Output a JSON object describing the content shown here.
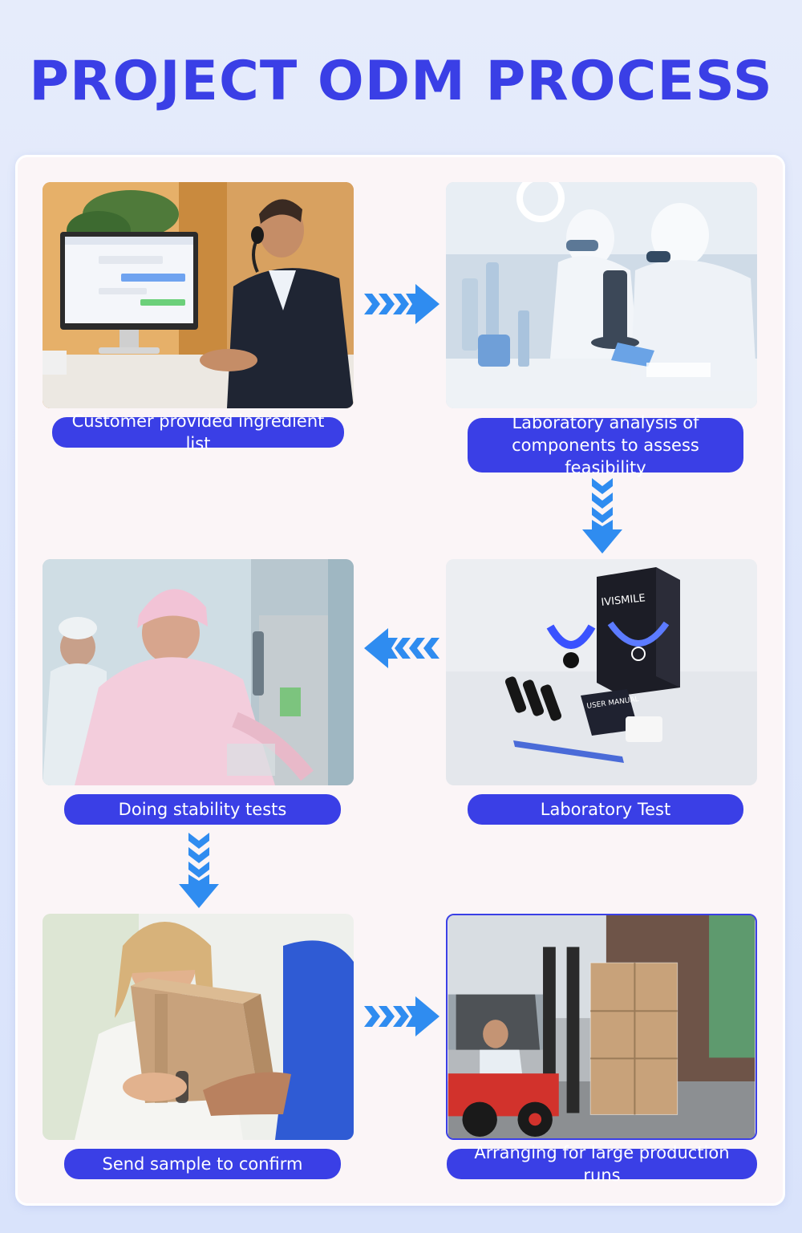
{
  "title": "PROJECT ODM PROCESS",
  "steps": [
    {
      "label": "Customer provided ingredient list"
    },
    {
      "label": "Laboratory analysis of components to assess feasibility"
    },
    {
      "label": "Laboratory Test"
    },
    {
      "label": "Doing stability tests"
    },
    {
      "label": "Send sample to confirm"
    },
    {
      "label": "Arranging for large production runs"
    }
  ],
  "product": {
    "brand": "IVISMILE",
    "manual": "USER MANUAL"
  },
  "colors": {
    "accent": "#3a3fe6",
    "arrow": "#2f8cf0",
    "panel": "#fbf5f7"
  },
  "icons": [
    "arrow-right-icon",
    "arrow-down-icon",
    "arrow-left-icon"
  ]
}
